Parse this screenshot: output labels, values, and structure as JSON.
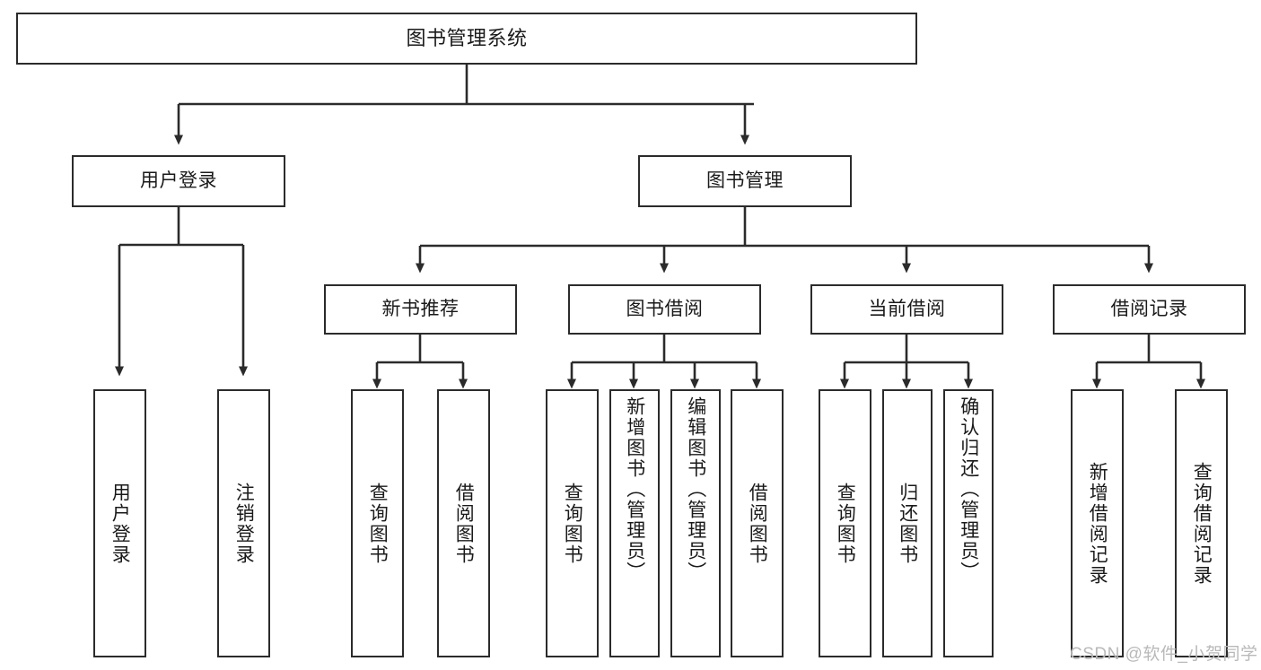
{
  "diagram": {
    "type": "tree",
    "title": "图书管理系统",
    "root": {
      "label": "图书管理系统"
    },
    "level2": [
      {
        "label": "用户登录"
      },
      {
        "label": "图书管理"
      }
    ],
    "level3": [
      {
        "label": "新书推荐"
      },
      {
        "label": "图书借阅"
      },
      {
        "label": "当前借阅"
      },
      {
        "label": "借阅记录"
      }
    ],
    "leaves": {
      "user_login": [
        {
          "label": "用户登录"
        },
        {
          "label": "注销登录"
        }
      ],
      "new_book_recommend": [
        {
          "label": "查询图书"
        },
        {
          "label": "借阅图书"
        }
      ],
      "book_borrow": [
        {
          "label": "查询图书"
        },
        {
          "label": "新增图书（管理员）"
        },
        {
          "label": "编辑图书（管理员）"
        },
        {
          "label": "借阅图书"
        }
      ],
      "current_borrow": [
        {
          "label": "查询图书"
        },
        {
          "label": "归还图书"
        },
        {
          "label": "确认归还（管理员）"
        }
      ],
      "borrow_record": [
        {
          "label": "新增借阅记录"
        },
        {
          "label": "查询借阅记录"
        }
      ]
    }
  },
  "watermark": {
    "text": "CSDN @软件_小贺同学"
  },
  "colors": {
    "stroke": "#2b2b2b",
    "text": "#1a1a1a",
    "background": "#ffffff",
    "watermark": "#b9b9b9"
  }
}
